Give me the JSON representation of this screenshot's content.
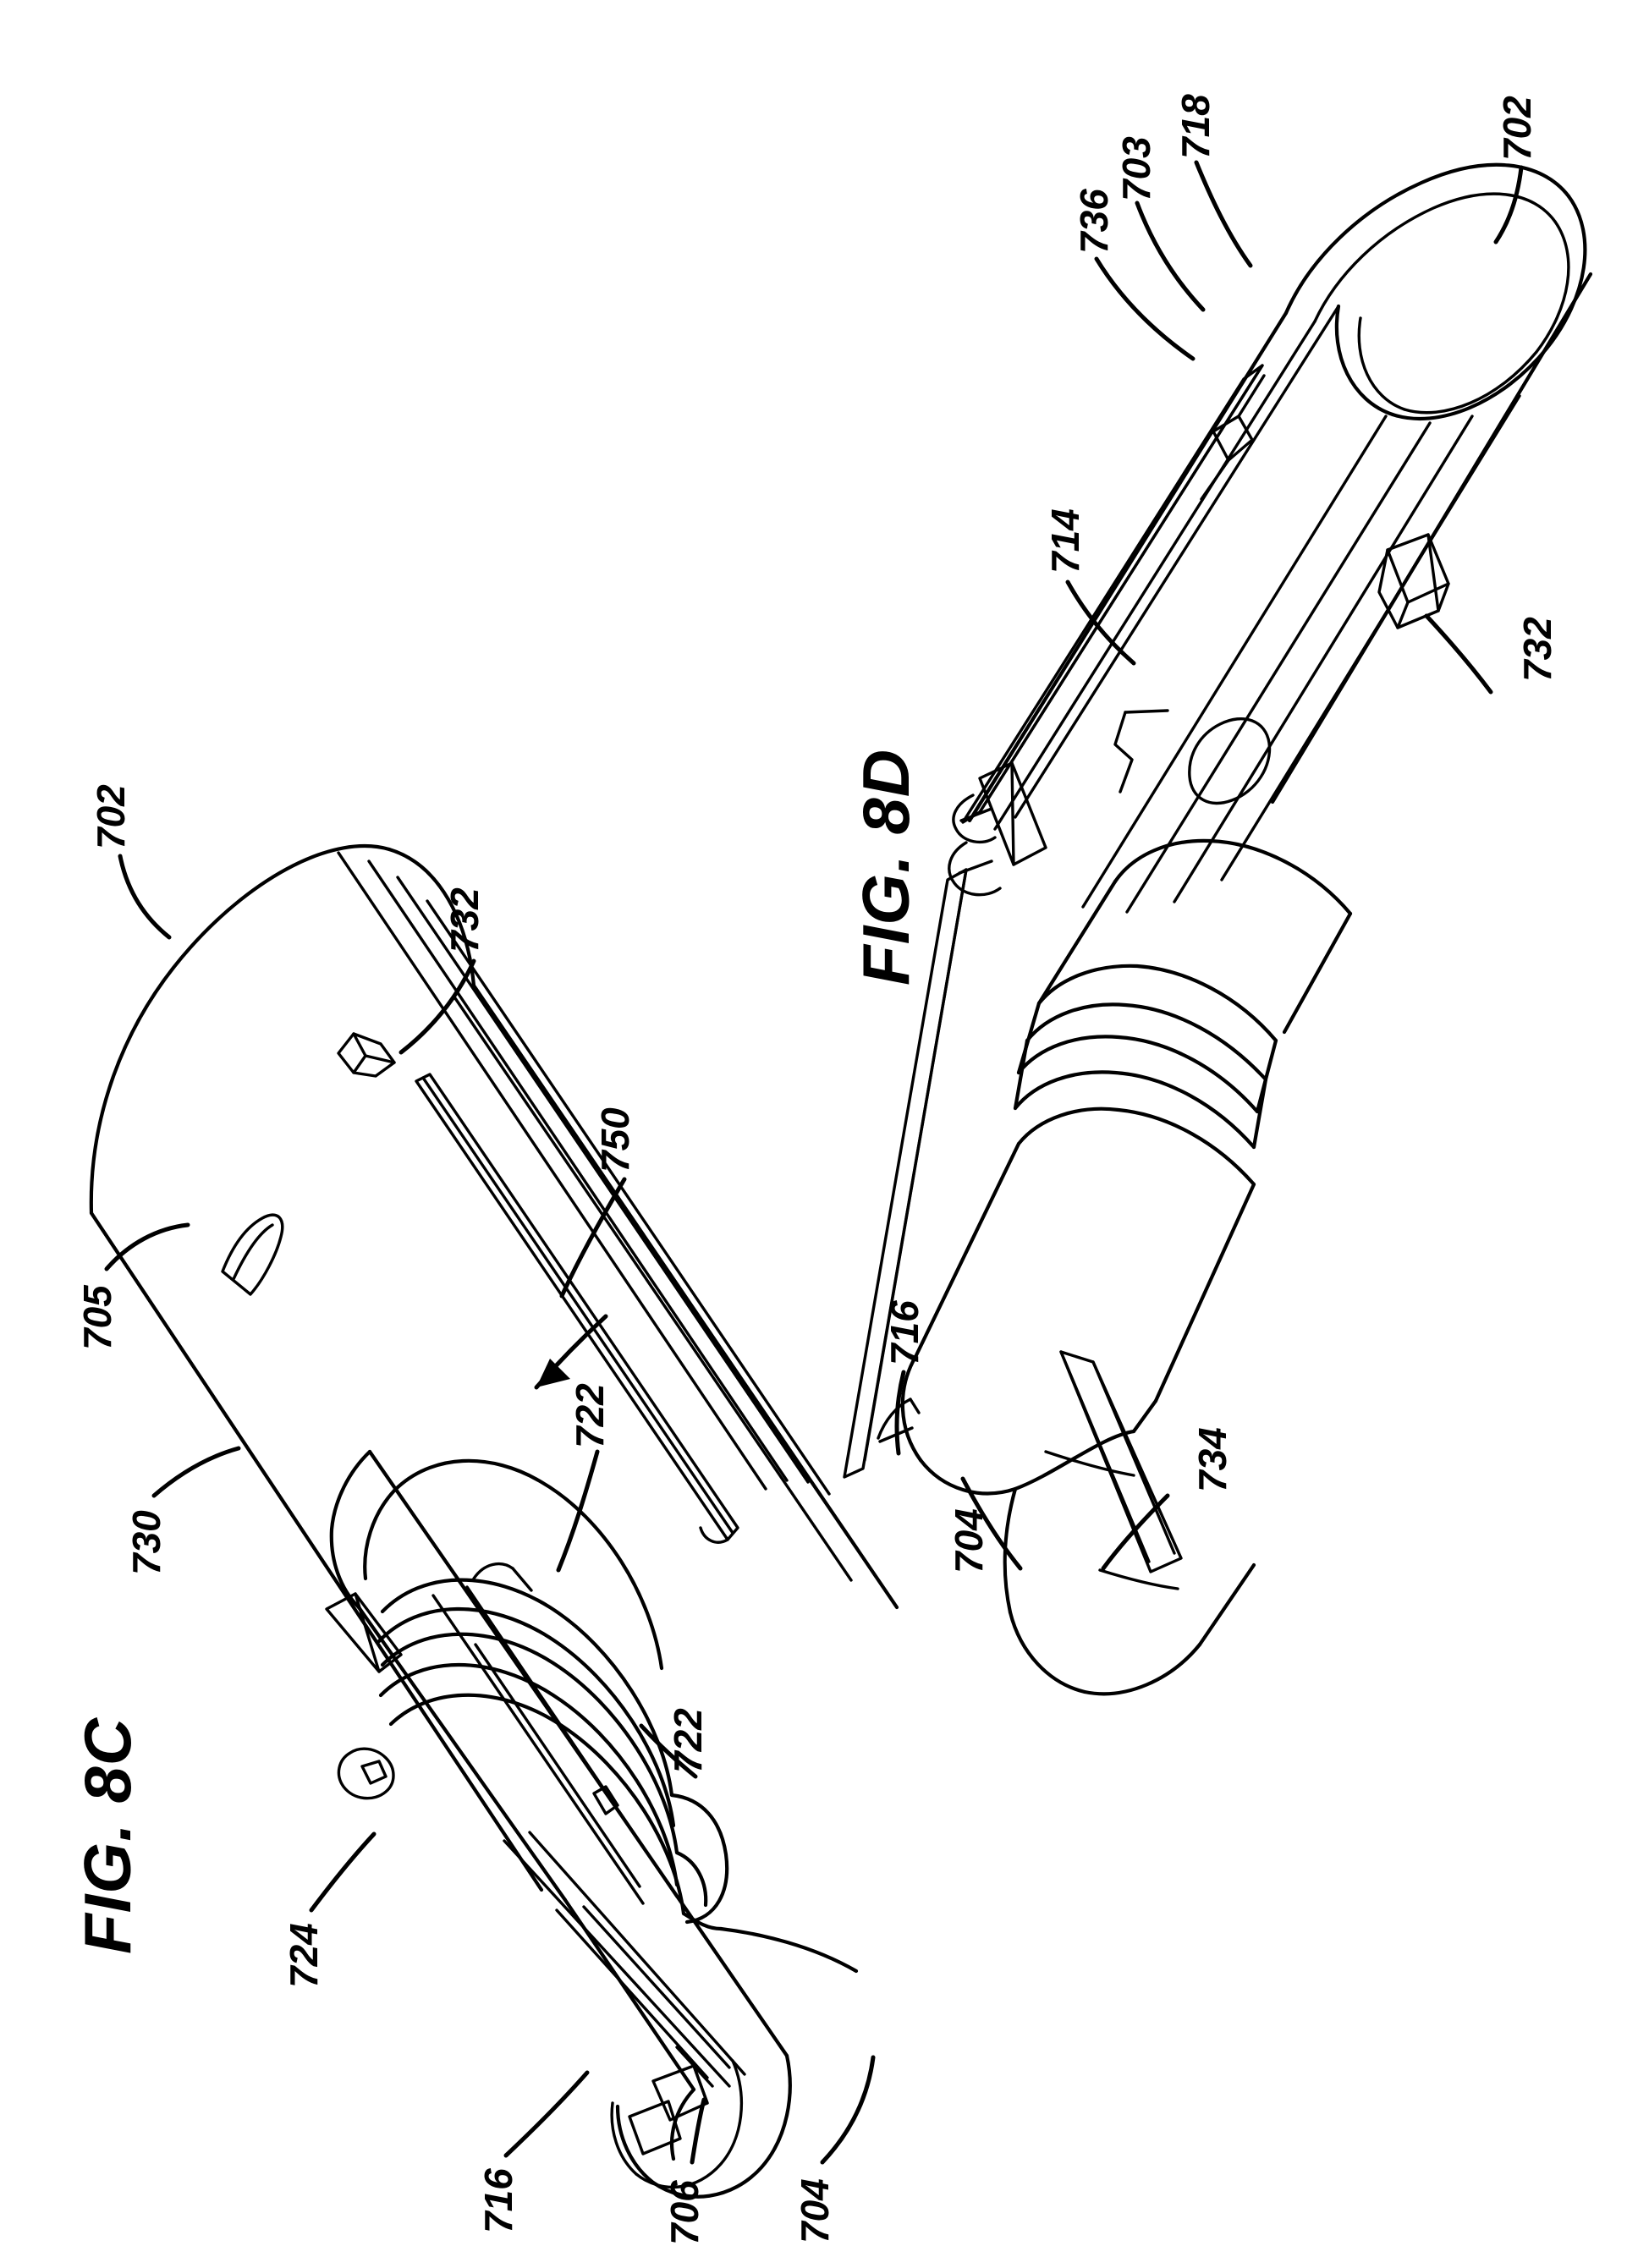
{
  "document": {
    "type": "patent-drawing-sheet",
    "background_color": "#ffffff",
    "line_color": "#000000"
  },
  "figures": [
    {
      "id": "fig-8c",
      "title": "FIG. 8C",
      "orientation": "rotated-90-ccw",
      "description": "Perspective view of a tubular connector housing assembly shown partially cut away",
      "reference_numerals": [
        {
          "ref": "702",
          "name": "ref-702-fig8c"
        },
        {
          "ref": "705",
          "name": "ref-705-fig8c"
        },
        {
          "ref": "730",
          "name": "ref-730-fig8c"
        },
        {
          "ref": "732",
          "name": "ref-732-fig8c"
        },
        {
          "ref": "750",
          "name": "ref-750-fig8c"
        },
        {
          "ref": "722",
          "name": "ref-722-upper-fig8c"
        },
        {
          "ref": "722",
          "name": "ref-722-lower-fig8c"
        },
        {
          "ref": "724",
          "name": "ref-724-fig8c"
        },
        {
          "ref": "716",
          "name": "ref-716-fig8c"
        },
        {
          "ref": "706",
          "name": "ref-706-fig8c"
        },
        {
          "ref": "704",
          "name": "ref-704-fig8c"
        }
      ]
    },
    {
      "id": "fig-8d",
      "title": "FIG. 8D",
      "orientation": "rotated-90-ccw",
      "description": "Perspective view of the same connector housing assembly from an opposite side",
      "reference_numerals": [
        {
          "ref": "702",
          "name": "ref-702-fig8d"
        },
        {
          "ref": "718",
          "name": "ref-718-fig8d"
        },
        {
          "ref": "703",
          "name": "ref-703-fig8d"
        },
        {
          "ref": "736",
          "name": "ref-736-fig8d"
        },
        {
          "ref": "714",
          "name": "ref-714-fig8d"
        },
        {
          "ref": "732",
          "name": "ref-732-fig8d"
        },
        {
          "ref": "716",
          "name": "ref-716-fig8d"
        },
        {
          "ref": "704",
          "name": "ref-704-fig8d"
        },
        {
          "ref": "734",
          "name": "ref-734-fig8d"
        }
      ]
    }
  ],
  "labels": {
    "fig8c_title": "FIG. 8C",
    "fig8d_title": "FIG. 8D",
    "c_702": "702",
    "c_705": "705",
    "c_730": "730",
    "c_732": "732",
    "c_750": "750",
    "c_722_upper": "722",
    "c_722_lower": "722",
    "c_724": "724",
    "c_716": "716",
    "c_706": "706",
    "c_704": "704",
    "d_702": "702",
    "d_718": "718",
    "d_703": "703",
    "d_736": "736",
    "d_714": "714",
    "d_732": "732",
    "d_716": "716",
    "d_704": "704",
    "d_734": "734"
  }
}
